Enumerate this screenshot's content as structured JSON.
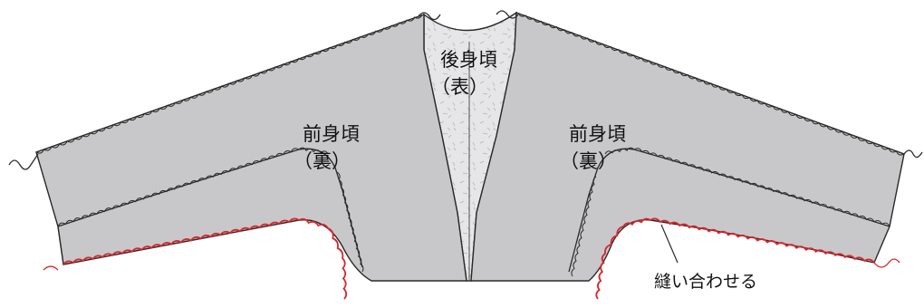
{
  "labels": {
    "back_bodice_line1": "後身頃",
    "back_bodice_line2": "（表）",
    "front_left_line1": "前身頃",
    "front_left_line2": "（裏）",
    "front_right_line1": "前身頃",
    "front_right_line2": "（裏）",
    "sew_together": "縫い合わせる"
  },
  "colors": {
    "fabric_gray": "#c8c8ca",
    "fabric_light": "#e4e4e6",
    "outline": "#2a2a2a",
    "stitch_red": "#d8262e",
    "stitch_dark": "#2a2a2a"
  }
}
